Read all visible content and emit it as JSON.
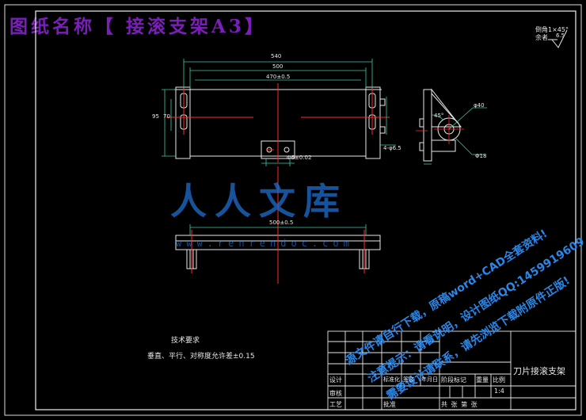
{
  "title": "图纸名称【 接滚支架A3】",
  "corner_note": {
    "chamfer": "倒角1×45°",
    "rest": "余者",
    "roughness": "6.5"
  },
  "dims": {
    "overall_width": "540",
    "inner_width": "500",
    "span": "470±0.5",
    "height_left": "95",
    "height_inner": "70",
    "hole": "4-φ6.5",
    "bore": "Φ6±0.02",
    "base": "500±0.5",
    "pivot": "φ40",
    "angle": "45°",
    "angle2": "Φ18"
  },
  "tech": {
    "heading": "技术要求",
    "line1": "垂直、平行、对称度允许差±0.15"
  },
  "watermark": {
    "cn": "人人文库",
    "url": "www.renrendoc.com",
    "promo1": "源文件请自行下载，原稿word+CAD全套资料!",
    "promo2": "注意提示：请看说明，设计图纸QQ:1459919609",
    "promo3": "需要设计请联系，请先浏览下载附原件正版!"
  },
  "titleblock": {
    "part_name": "刀片接滚支架",
    "design": "设计",
    "std_check": "标准化",
    "signature": "签名",
    "date": "年月日",
    "stage_mark": "阶段标记",
    "weight": "重量",
    "scale_label": "比例",
    "scale": "1:4",
    "review": "审核",
    "process": "工艺",
    "approve": "批准",
    "sheets": "共 张 第 张"
  },
  "colors": {
    "frame": "#e6e6e6",
    "title": "#7a1fb8",
    "centerline": "#ff2a2a",
    "dimension": "#3ec9a8",
    "watermark": "#1f6fd1"
  }
}
